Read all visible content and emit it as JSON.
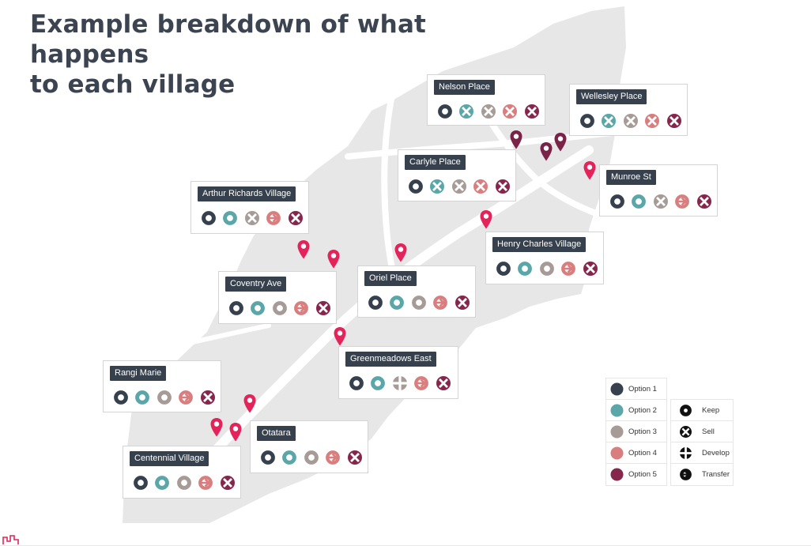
{
  "title": {
    "line1": "Example breakdown of what happens",
    "line2": "to each village"
  },
  "colors": {
    "option1": "#36414d",
    "option2": "#5aa6a9",
    "option3": "#a69b96",
    "option4": "#d97e7f",
    "option5": "#87264d",
    "pin_pink": "#e4235a",
    "pin_maroon": "#7a2248",
    "map_fill": "#e7e7e7"
  },
  "villages": [
    {
      "name": "Nelson Place",
      "icons": [
        [
          "keep",
          "option1"
        ],
        [
          "sell",
          "option2"
        ],
        [
          "sell",
          "option3"
        ],
        [
          "sell",
          "option4"
        ],
        [
          "sell",
          "option5"
        ]
      ]
    },
    {
      "name": "Wellesley Place",
      "icons": [
        [
          "keep",
          "option1"
        ],
        [
          "sell",
          "option2"
        ],
        [
          "sell",
          "option3"
        ],
        [
          "sell",
          "option4"
        ],
        [
          "sell",
          "option5"
        ]
      ]
    },
    {
      "name": "Carlyle Place",
      "icons": [
        [
          "keep",
          "option1"
        ],
        [
          "sell",
          "option2"
        ],
        [
          "sell",
          "option3"
        ],
        [
          "sell",
          "option4"
        ],
        [
          "sell",
          "option5"
        ]
      ]
    },
    {
      "name": "Munroe St",
      "icons": [
        [
          "keep",
          "option1"
        ],
        [
          "keep",
          "option2"
        ],
        [
          "sell",
          "option3"
        ],
        [
          "transfer",
          "option4"
        ],
        [
          "sell",
          "option5"
        ]
      ]
    },
    {
      "name": "Arthur Richards Village",
      "icons": [
        [
          "keep",
          "option1"
        ],
        [
          "keep",
          "option2"
        ],
        [
          "sell",
          "option3"
        ],
        [
          "transfer",
          "option4"
        ],
        [
          "sell",
          "option5"
        ]
      ]
    },
    {
      "name": "Henry Charles Village",
      "icons": [
        [
          "keep",
          "option1"
        ],
        [
          "keep",
          "option2"
        ],
        [
          "keep",
          "option3"
        ],
        [
          "transfer",
          "option4"
        ],
        [
          "sell",
          "option5"
        ]
      ]
    },
    {
      "name": "Coventry Ave",
      "icons": [
        [
          "keep",
          "option1"
        ],
        [
          "keep",
          "option2"
        ],
        [
          "keep",
          "option3"
        ],
        [
          "transfer",
          "option4"
        ],
        [
          "sell",
          "option5"
        ]
      ]
    },
    {
      "name": "Oriel Place",
      "icons": [
        [
          "keep",
          "option1"
        ],
        [
          "keep",
          "option2"
        ],
        [
          "keep",
          "option3"
        ],
        [
          "transfer",
          "option4"
        ],
        [
          "sell",
          "option5"
        ]
      ]
    },
    {
      "name": "Greenmeadows East",
      "icons": [
        [
          "keep",
          "option1"
        ],
        [
          "keep",
          "option2"
        ],
        [
          "develop",
          "option3"
        ],
        [
          "transfer",
          "option4"
        ],
        [
          "sell",
          "option5"
        ]
      ]
    },
    {
      "name": "Rangi Marie",
      "icons": [
        [
          "keep",
          "option1"
        ],
        [
          "keep",
          "option2"
        ],
        [
          "keep",
          "option3"
        ],
        [
          "transfer",
          "option4"
        ],
        [
          "sell",
          "option5"
        ]
      ]
    },
    {
      "name": "Otatara",
      "icons": [
        [
          "keep",
          "option1"
        ],
        [
          "keep",
          "option2"
        ],
        [
          "keep",
          "option3"
        ],
        [
          "transfer",
          "option4"
        ],
        [
          "sell",
          "option5"
        ]
      ]
    },
    {
      "name": "Centennial Village",
      "icons": [
        [
          "keep",
          "option1"
        ],
        [
          "keep",
          "option2"
        ],
        [
          "keep",
          "option3"
        ],
        [
          "transfer",
          "option4"
        ],
        [
          "sell",
          "option5"
        ]
      ]
    }
  ],
  "pins": [
    {
      "color": "pin_maroon"
    },
    {
      "color": "pin_maroon"
    },
    {
      "color": "pin_maroon"
    },
    {
      "color": "pin_pink"
    },
    {
      "color": "pin_pink"
    },
    {
      "color": "pin_pink"
    },
    {
      "color": "pin_pink"
    },
    {
      "color": "pin_pink"
    },
    {
      "color": "pin_pink"
    },
    {
      "color": "pin_pink"
    },
    {
      "color": "pin_pink"
    },
    {
      "color": "pin_pink"
    }
  ],
  "legend": {
    "options": [
      {
        "label": "Option 1",
        "color": "option1"
      },
      {
        "label": "Option 2",
        "color": "option2"
      },
      {
        "label": "Option 3",
        "color": "option3"
      },
      {
        "label": "Option 4",
        "color": "option4"
      },
      {
        "label": "Option 5",
        "color": "option5"
      }
    ],
    "actions": [
      {
        "label": "Keep",
        "icon": "keep"
      },
      {
        "label": "Sell",
        "icon": "sell"
      },
      {
        "label": "Develop",
        "icon": "develop"
      },
      {
        "label": "Transfer",
        "icon": "transfer"
      }
    ]
  }
}
